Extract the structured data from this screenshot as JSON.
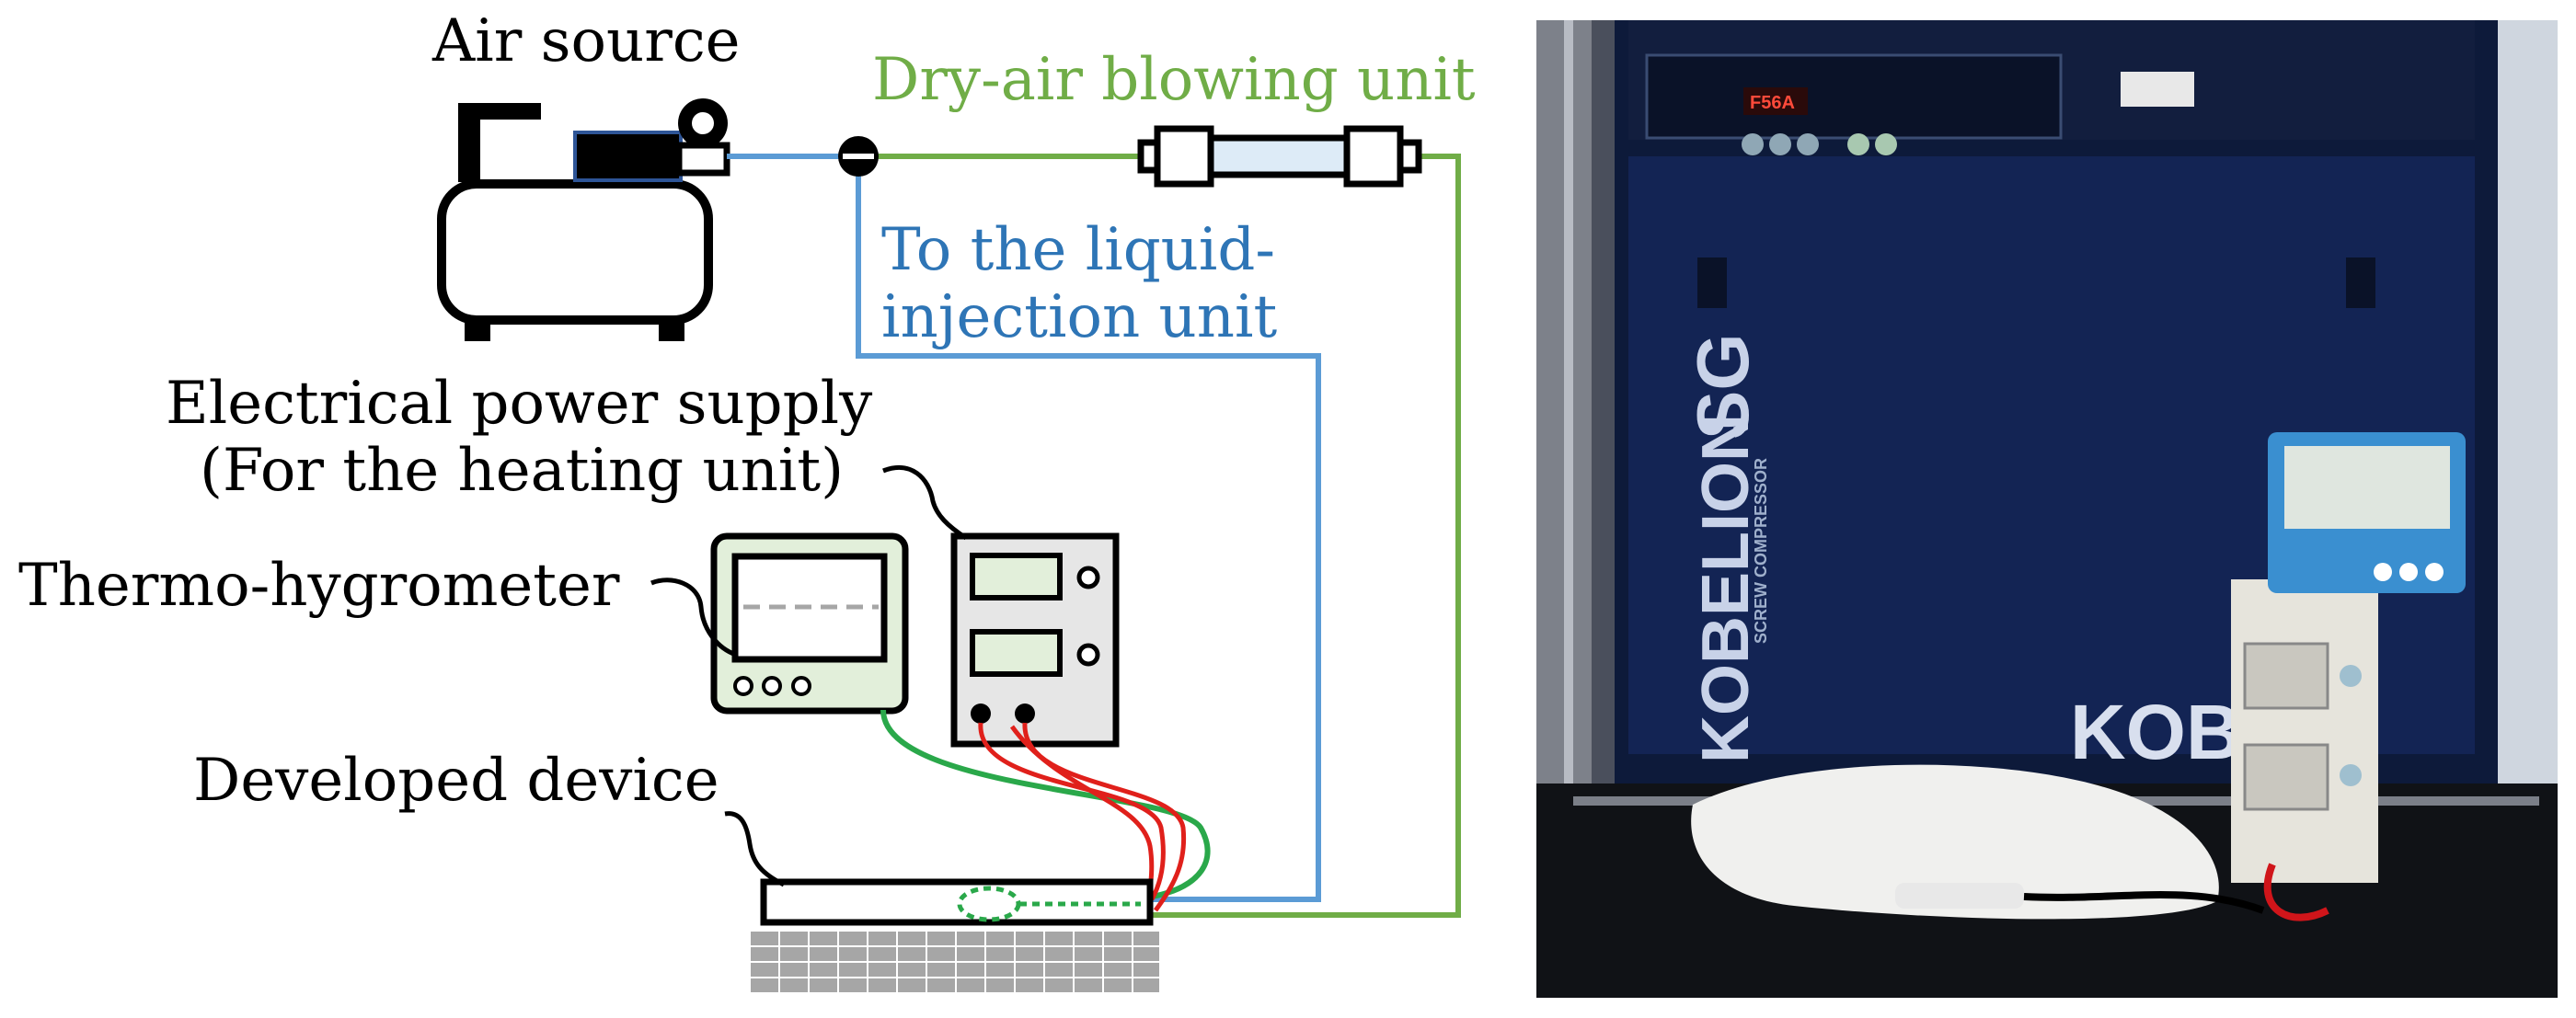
{
  "labels": {
    "air_source": "Air source",
    "dry_air_unit": "Dry-air blowing unit",
    "to_liquid_line1": "To the liquid-",
    "to_liquid_line2": "injection unit",
    "power_line1": "Electrical power supply",
    "power_line2": "(For the heating unit)",
    "thermo": "Thermo-hygrometer",
    "device": "Developed device"
  },
  "photo_text": {
    "brand_vertical": "KOBELION",
    "brand_model": "SG",
    "brand_subtitle": "SCREW COMPRESSOR",
    "brand_bottom": "KOB"
  },
  "colors": {
    "blue_line": "#5b9bd5",
    "blue_text": "#2e75b6",
    "green_line": "#70ad47",
    "green_text": "#70ad47",
    "red_wire": "#e0201b",
    "cable_green": "#2aa84a",
    "meter_fill": "#e2efda",
    "psu_fill": "#e6e6e6",
    "cabinet": "#0d1a3a",
    "grid_fill": "#a6a6a6"
  }
}
